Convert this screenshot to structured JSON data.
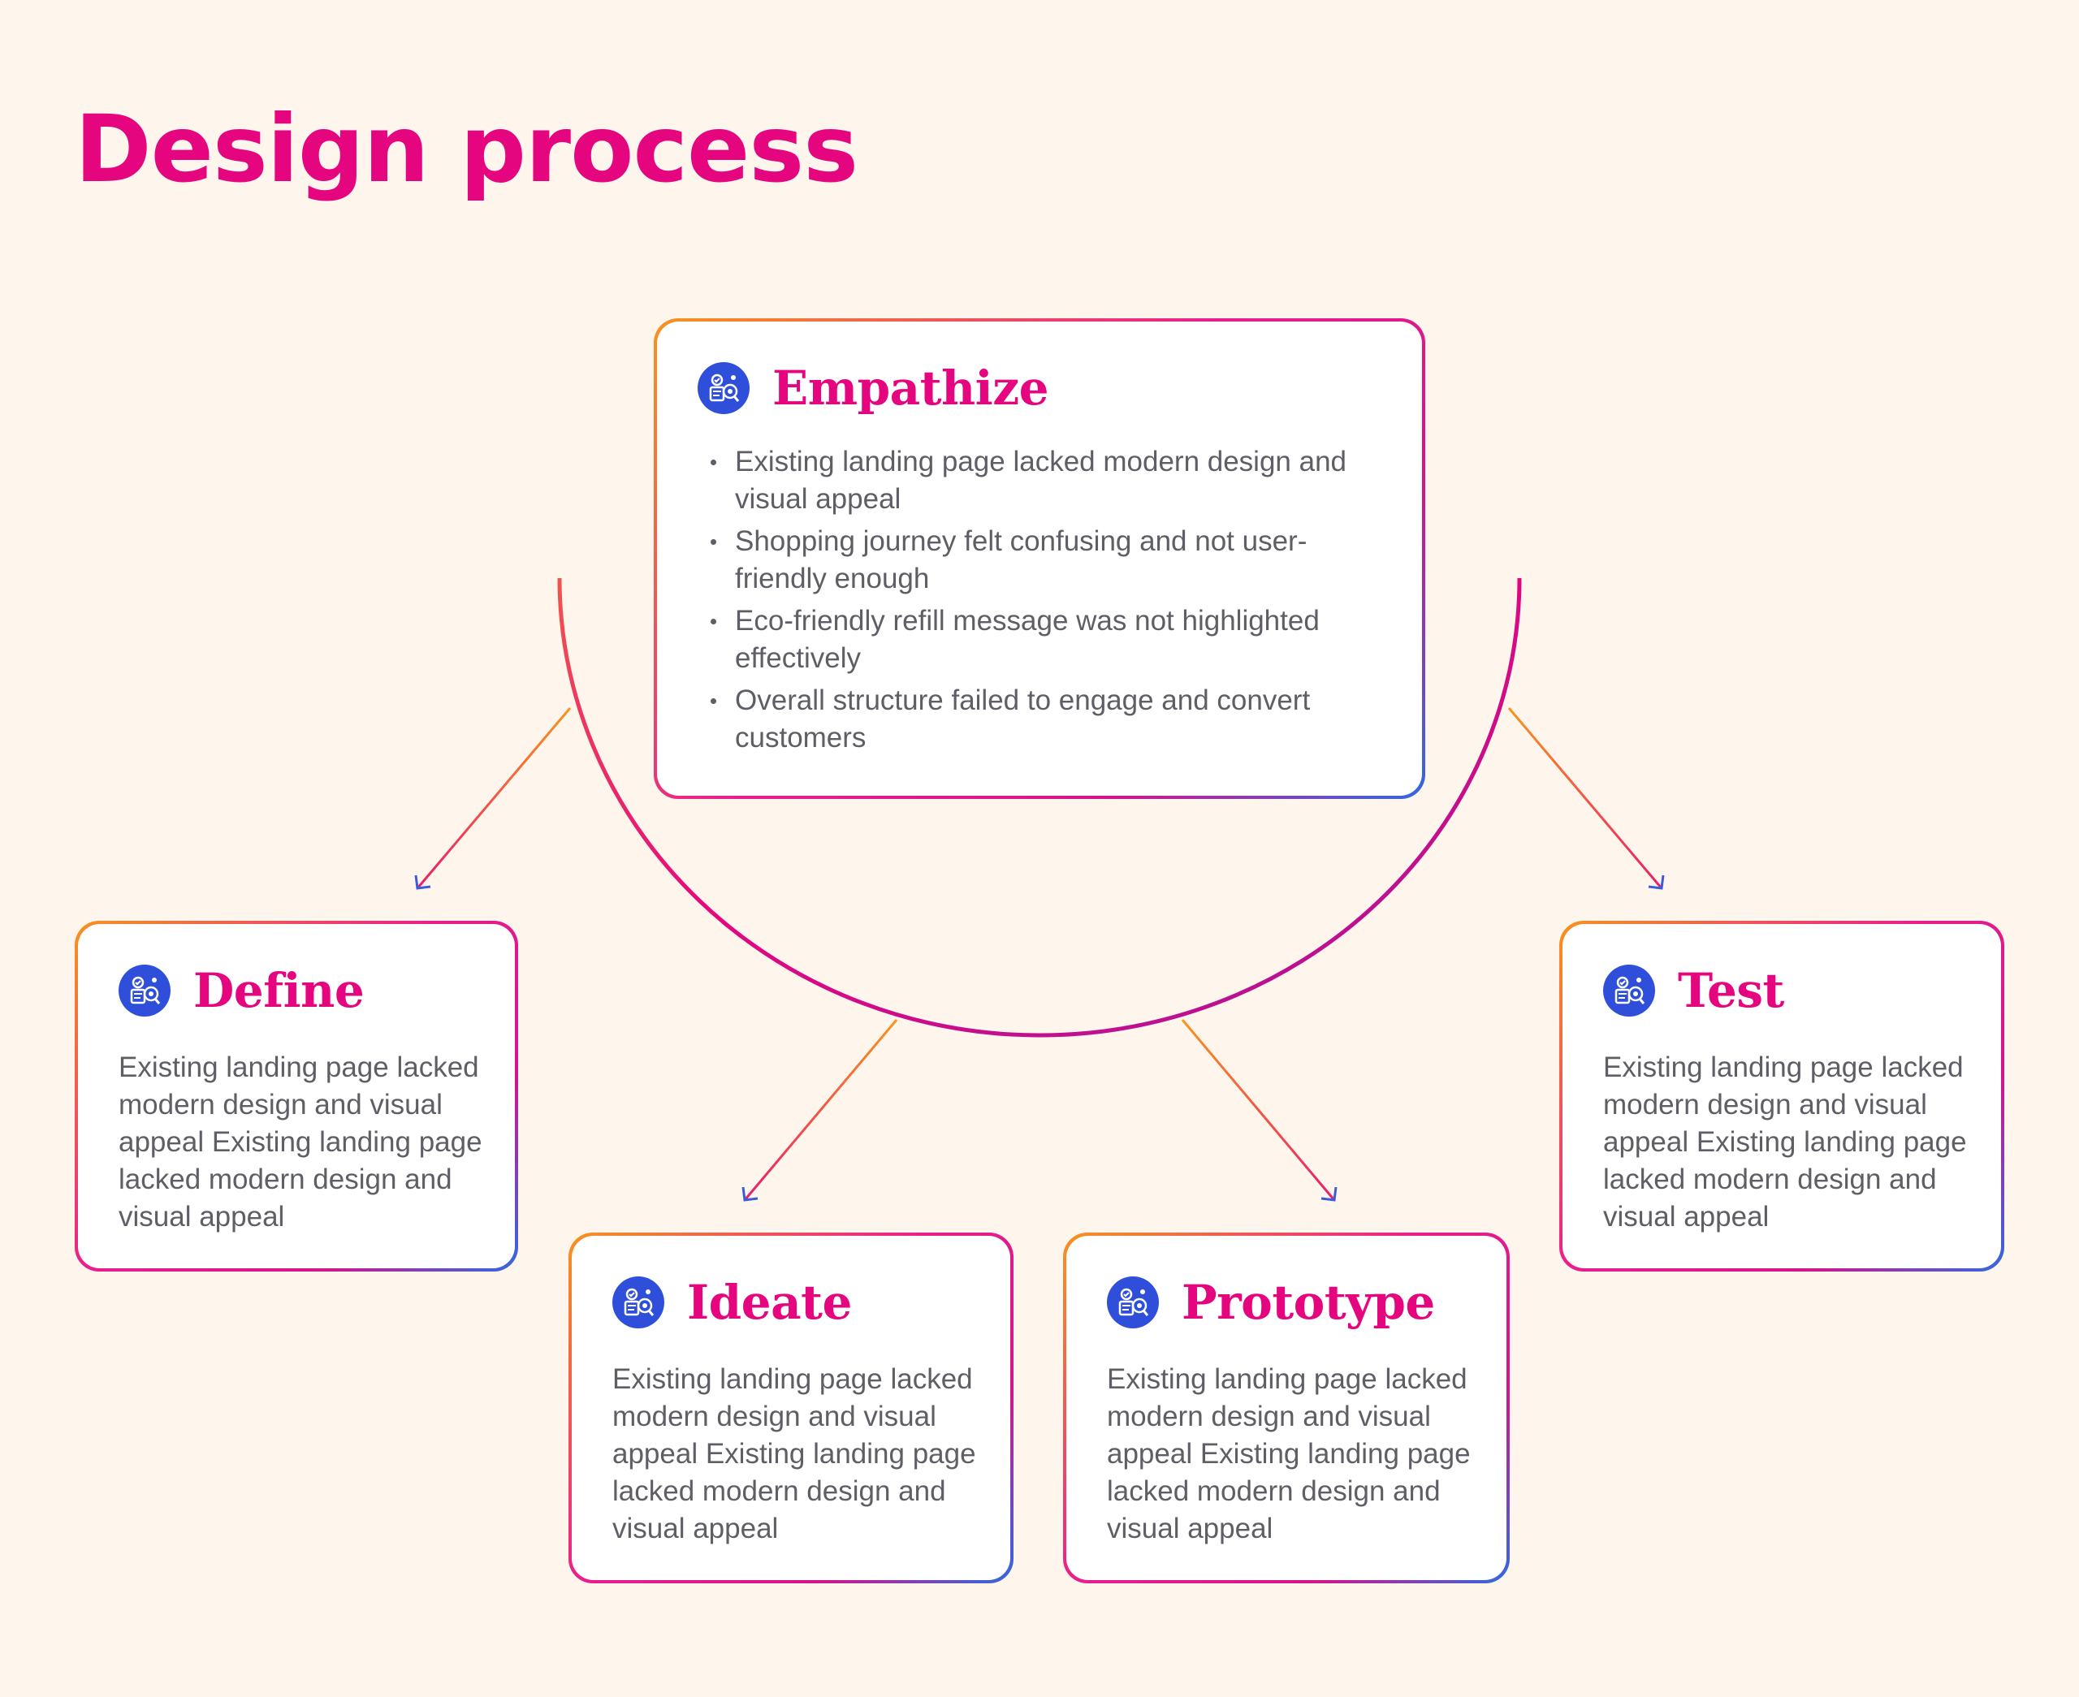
{
  "title": "Design process",
  "colors": {
    "background": "#FEF5EC",
    "accent": "#E5067F",
    "icon_bg": "#2F4FDB",
    "gradient": [
      "#F7941E",
      "#E91E8C",
      "#2F6BE0"
    ],
    "body_text": "#5E5E66"
  },
  "stages": {
    "empathize": {
      "title": "Empathize",
      "icon": "research-icon",
      "bullets": [
        "Existing landing page lacked modern design and visual appeal",
        "Shopping journey felt confusing and not user-friendly enough",
        "Eco-friendly refill message was not highlighted effectively",
        "Overall structure failed to engage and convert customers"
      ]
    },
    "define": {
      "title": "Define",
      "icon": "research-icon",
      "text": "Existing landing page lacked modern design and visual appeal Existing landing page lacked modern design and visual appeal"
    },
    "ideate": {
      "title": "Ideate",
      "icon": "research-icon",
      "text": "Existing landing page lacked modern design and visual appeal Existing landing page lacked modern design and visual appeal"
    },
    "prototype": {
      "title": "Prototype",
      "icon": "research-icon",
      "text": "Existing landing page lacked modern design and visual appeal Existing landing page lacked modern design and visual appeal"
    },
    "test": {
      "title": "Test",
      "icon": "research-icon",
      "text": "Existing landing page lacked modern design and visual appeal Existing landing page lacked modern design and visual appeal"
    }
  }
}
